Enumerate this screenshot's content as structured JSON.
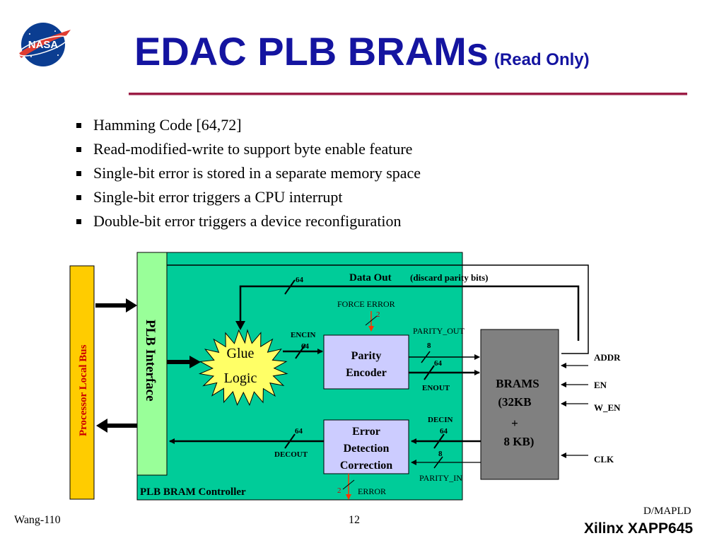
{
  "slide": {
    "title": "EDAC PLB BRAMs",
    "title_suffix": "(Read Only)",
    "bullets": [
      "Hamming Code [64,72]",
      "Read-modified-write to support byte enable feature",
      "Single-bit error is stored in a separate memory space",
      "Single-bit error triggers a CPU interrupt",
      "Double-bit error triggers a device reconfiguration"
    ],
    "logo_text": "NASA"
  },
  "diagram": {
    "processor_bus": "Processor Local Bus",
    "plb_interface": "PLB Interface",
    "controller_label": "PLB BRAM Controller",
    "glue_logic": [
      "Glue",
      "Logic"
    ],
    "parity_encoder": [
      "Parity",
      "Encoder"
    ],
    "edc": [
      "Error",
      "Detection",
      "Correction"
    ],
    "brams": [
      "BRAMS",
      "(32KB",
      "+",
      "8 KB)"
    ],
    "data_out": "Data Out",
    "data_out_note": "(discard parity bits)",
    "force_error": "FORCE ERROR",
    "parity_out": "PARITY_OUT",
    "parity_in": "PARITY_IN",
    "encin": "ENCIN",
    "enout": "ENOUT",
    "decin": "DECIN",
    "decout": "DECOUT",
    "error": "ERROR",
    "addr": "ADDR",
    "en": "EN",
    "w_en": "W_EN",
    "clk": "CLK",
    "width_64": "64",
    "width_8": "8",
    "width_2": "2",
    "colors": {
      "controller": "#00cc99",
      "plb_interface": "#99ff99",
      "processor_bus": "#ffcc00",
      "logic_block": "#ccccff",
      "brams": "#808080",
      "glue": "#ffff66",
      "error_line": "#ff3300",
      "bus_label": "#cc0000"
    }
  },
  "footer": {
    "left": "Wang-110",
    "page": "12",
    "right_top": "D/MAPLD",
    "right_bottom": "Xilinx XAPP645"
  }
}
